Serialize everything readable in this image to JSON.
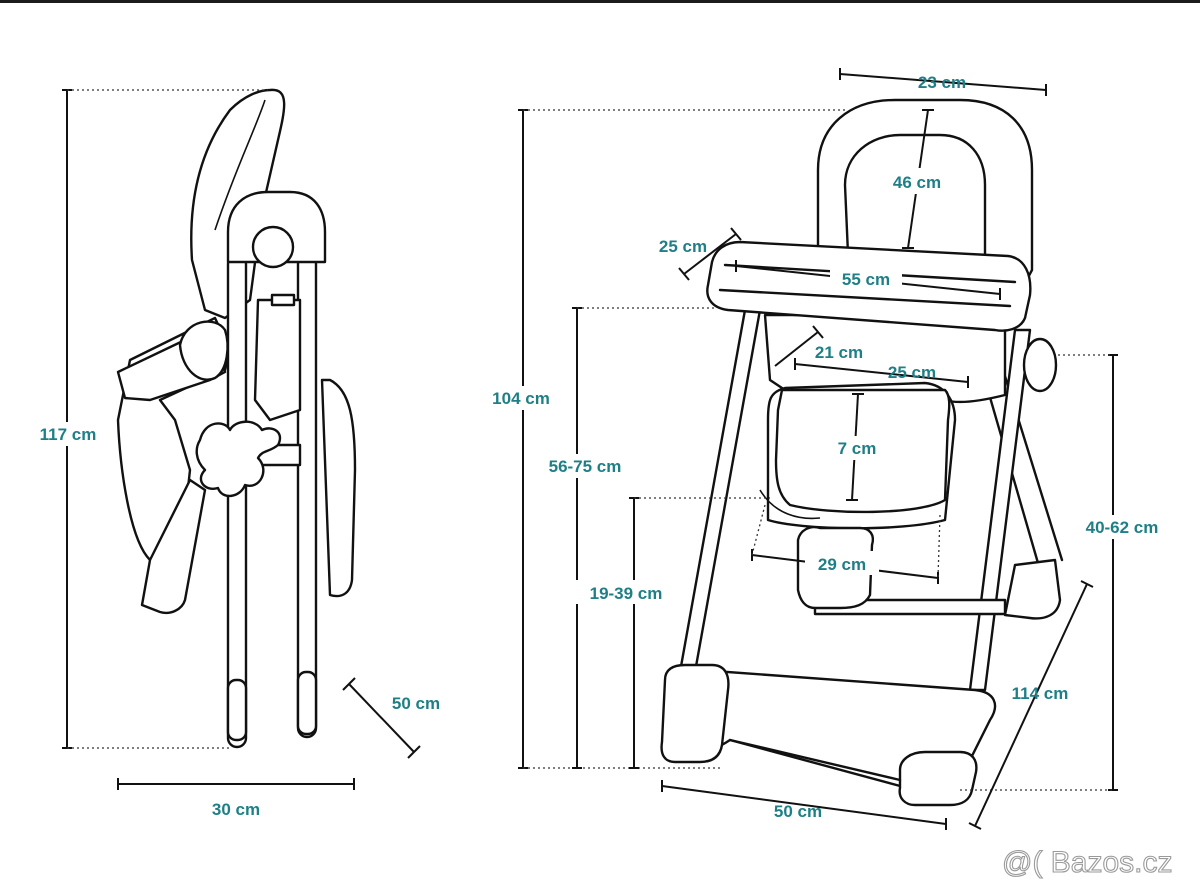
{
  "side_view": {
    "height_label": "117 cm",
    "depth_label": "30 cm",
    "width_label": "50 cm"
  },
  "front_view": {
    "backrest_width_label": "23 cm",
    "backrest_height_label": "46 cm",
    "tray_depth_label": "25 cm",
    "tray_width_label": "55 cm",
    "seat_depth_label": "21 cm",
    "seat_width_label": "25 cm",
    "seat_height_cushion_label": "7 cm",
    "footrest_width_label": "29 cm",
    "total_height_label": "104 cm",
    "tray_height_label": "56-75 cm",
    "seat_height_label": "19-39 cm",
    "armrest_height_label": "40-62 cm",
    "depth_label": "114 cm",
    "base_width_label": "50 cm"
  },
  "watermark": {
    "text": "@( Bazos.cz"
  }
}
